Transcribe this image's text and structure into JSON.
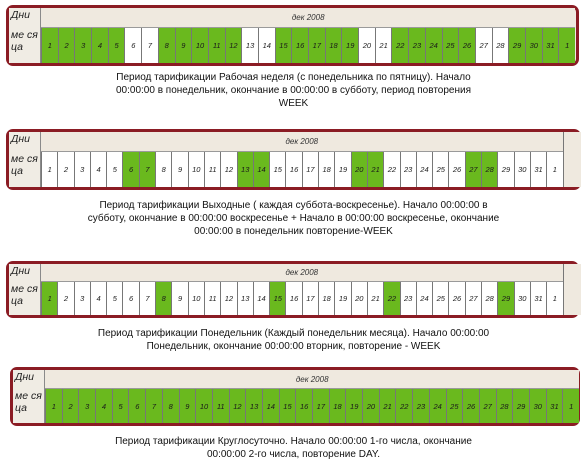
{
  "row_label": {
    "line1": "Дни",
    "line2": "ме ся",
    "line3": "ца"
  },
  "panels": [
    {
      "month": "дек 2008",
      "days": [
        "1",
        "2",
        "3",
        "4",
        "5",
        "6",
        "7",
        "8",
        "9",
        "10",
        "11",
        "12",
        "13",
        "14",
        "15",
        "16",
        "17",
        "18",
        "19",
        "20",
        "21",
        "22",
        "23",
        "24",
        "25",
        "26",
        "27",
        "28",
        "29",
        "30",
        "31",
        "1"
      ],
      "highlighted": [
        1,
        1,
        1,
        1,
        1,
        0,
        0,
        1,
        1,
        1,
        1,
        1,
        0,
        0,
        1,
        1,
        1,
        1,
        1,
        0,
        0,
        1,
        1,
        1,
        1,
        1,
        0,
        0,
        1,
        1,
        1,
        1
      ],
      "caption": [
        "Период тарификации Рабочая неделя (с понедельника по пятницу). Начало",
        "00:00:00 в понедельник, окончание в 00:00:00 в субботу, период повторения",
        "WEEK"
      ]
    },
    {
      "month": "дек 2008",
      "days": [
        "1",
        "2",
        "3",
        "4",
        "5",
        "6",
        "7",
        "8",
        "9",
        "10",
        "11",
        "12",
        "13",
        "14",
        "15",
        "16",
        "17",
        "18",
        "19",
        "20",
        "21",
        "22",
        "23",
        "24",
        "25",
        "26",
        "27",
        "28",
        "29",
        "30",
        "31",
        "1"
      ],
      "highlighted": [
        0,
        0,
        0,
        0,
        0,
        1,
        1,
        0,
        0,
        0,
        0,
        0,
        1,
        1,
        0,
        0,
        0,
        0,
        0,
        1,
        1,
        0,
        0,
        0,
        0,
        0,
        1,
        1,
        0,
        0,
        0,
        0
      ],
      "caption": [
        "Период тарификации Выходные ( каждая суббота-воскресенье). Начало 00:00:00 в",
        "субботу, окончание в 00:00:00 воскресенье + Начало в 00:00:00 воскресенье, окончание",
        "00:00:00 в понедельник повторение-WEEK"
      ]
    },
    {
      "month": "дек 2008",
      "days": [
        "1",
        "2",
        "3",
        "4",
        "5",
        "6",
        "7",
        "8",
        "9",
        "10",
        "11",
        "12",
        "13",
        "14",
        "15",
        "16",
        "17",
        "18",
        "19",
        "20",
        "21",
        "22",
        "23",
        "24",
        "25",
        "26",
        "27",
        "28",
        "29",
        "30",
        "31",
        "1"
      ],
      "highlighted": [
        1,
        0,
        0,
        0,
        0,
        0,
        0,
        1,
        0,
        0,
        0,
        0,
        0,
        0,
        1,
        0,
        0,
        0,
        0,
        0,
        0,
        1,
        0,
        0,
        0,
        0,
        0,
        0,
        1,
        0,
        0,
        0
      ],
      "caption": [
        "Период тарификации Понедельник (Каждый понедельник месяца). Начало 00:00:00",
        "Понедельник, окончание 00:00:00 вторник, повторение - WEEK"
      ]
    },
    {
      "month": "дек 2008",
      "days": [
        "1",
        "2",
        "3",
        "4",
        "5",
        "6",
        "7",
        "8",
        "9",
        "10",
        "11",
        "12",
        "13",
        "14",
        "15",
        "16",
        "17",
        "18",
        "19",
        "20",
        "21",
        "22",
        "23",
        "24",
        "25",
        "26",
        "27",
        "28",
        "29",
        "30",
        "31",
        "1"
      ],
      "highlighted": [
        1,
        1,
        1,
        1,
        1,
        1,
        1,
        1,
        1,
        1,
        1,
        1,
        1,
        1,
        1,
        1,
        1,
        1,
        1,
        1,
        1,
        1,
        1,
        1,
        1,
        1,
        1,
        1,
        1,
        1,
        1,
        1
      ],
      "caption": [
        "Период тарификации Круглосуточно. Начало 00:00:00 1-го числа, окончание",
        "00:00:00 2-го числа, повторение DAY."
      ]
    }
  ]
}
